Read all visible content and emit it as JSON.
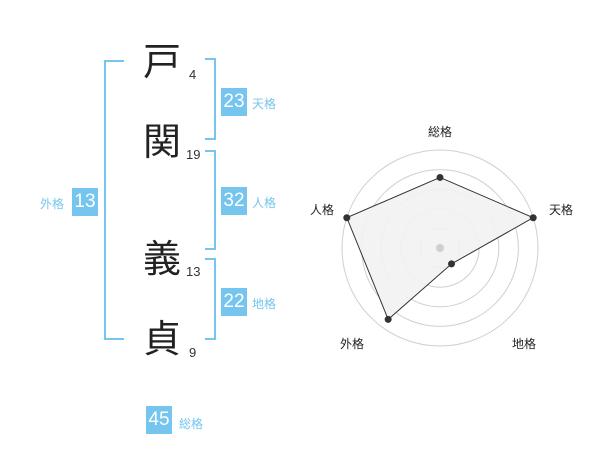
{
  "name_chars": [
    {
      "char": "戸",
      "strokes": "4"
    },
    {
      "char": "関",
      "strokes": "19"
    },
    {
      "char": "義",
      "strokes": "13"
    },
    {
      "char": "貞",
      "strokes": "9"
    }
  ],
  "fortunes": {
    "tenkaku": {
      "value": "23",
      "label": "天格"
    },
    "jinkaku": {
      "value": "32",
      "label": "人格"
    },
    "chikaku": {
      "value": "22",
      "label": "地格"
    },
    "gaikaku": {
      "value": "13",
      "label": "外格"
    },
    "soukaku": {
      "value": "45",
      "label": "総格"
    }
  },
  "chart_data": {
    "type": "radar",
    "axes": [
      "総格",
      "天格",
      "地格",
      "外格",
      "人格"
    ],
    "values": [
      0.72,
      1.0,
      0.2,
      0.9,
      1.0
    ],
    "max": 1.0,
    "grid_rings": 4,
    "colors": {
      "fill": "#f2f2f2",
      "stroke": "#333333",
      "grid": "#cfcfcf",
      "point": "#333333",
      "center": "#cfcfcf"
    }
  }
}
